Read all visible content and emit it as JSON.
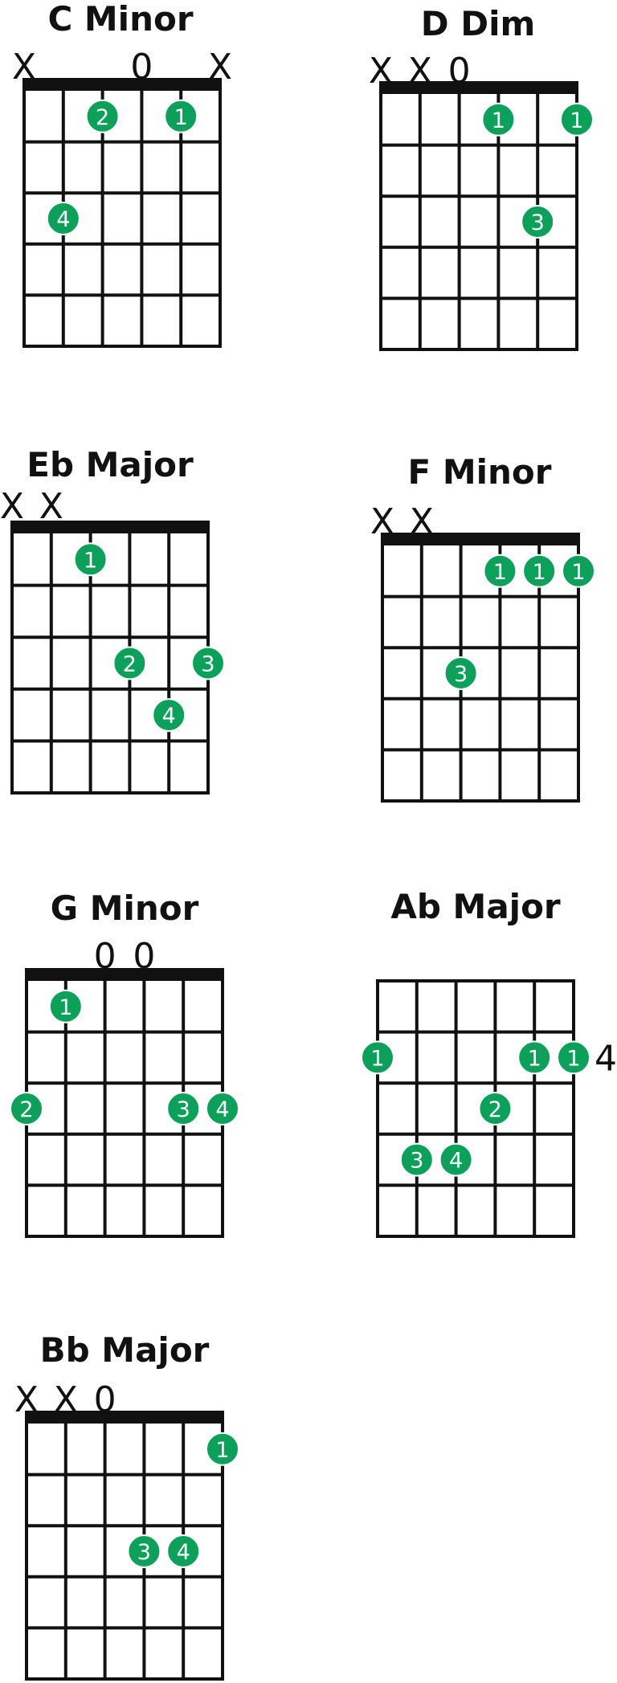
{
  "colors": {
    "dot": "#0da05a",
    "line": "#111111",
    "dot_text": "#ffffff"
  },
  "chords": [
    {
      "name": "C Minor",
      "nut": true,
      "string_marks": [
        "X",
        "",
        "",
        "0",
        "",
        "X"
      ],
      "fingers": [
        {
          "string": 3,
          "fret": 1,
          "label": "2"
        },
        {
          "string": 5,
          "fret": 1,
          "label": "1"
        },
        {
          "string": 2,
          "fret": 3,
          "label": "4"
        }
      ],
      "fret_number": ""
    },
    {
      "name": "D Dim",
      "nut": true,
      "string_marks": [
        "X",
        "X",
        "0",
        "",
        "",
        ""
      ],
      "fingers": [
        {
          "string": 4,
          "fret": 1,
          "label": "1"
        },
        {
          "string": 6,
          "fret": 1,
          "label": "1"
        },
        {
          "string": 5,
          "fret": 3,
          "label": "3"
        }
      ],
      "fret_number": ""
    },
    {
      "name": "Eb Major",
      "nut": true,
      "string_marks": [
        "X",
        "X",
        "",
        "",
        "",
        ""
      ],
      "fingers": [
        {
          "string": 3,
          "fret": 1,
          "label": "1"
        },
        {
          "string": 4,
          "fret": 3,
          "label": "2"
        },
        {
          "string": 6,
          "fret": 3,
          "label": "3"
        },
        {
          "string": 5,
          "fret": 4,
          "label": "4"
        }
      ],
      "fret_number": ""
    },
    {
      "name": "F Minor",
      "nut": true,
      "string_marks": [
        "X",
        "X",
        "",
        "",
        "",
        ""
      ],
      "fingers": [
        {
          "string": 4,
          "fret": 1,
          "label": "1"
        },
        {
          "string": 5,
          "fret": 1,
          "label": "1"
        },
        {
          "string": 6,
          "fret": 1,
          "label": "1"
        },
        {
          "string": 3,
          "fret": 3,
          "label": "3"
        }
      ],
      "fret_number": ""
    },
    {
      "name": "G Minor",
      "nut": true,
      "string_marks": [
        "",
        "",
        "0",
        "0",
        "",
        ""
      ],
      "fingers": [
        {
          "string": 2,
          "fret": 1,
          "label": "1"
        },
        {
          "string": 1,
          "fret": 3,
          "label": "2"
        },
        {
          "string": 5,
          "fret": 3,
          "label": "3"
        },
        {
          "string": 6,
          "fret": 3,
          "label": "4"
        }
      ],
      "fret_number": ""
    },
    {
      "name": "Ab Major",
      "nut": false,
      "string_marks": [
        "",
        "",
        "",
        "",
        "",
        ""
      ],
      "fingers": [
        {
          "string": 1,
          "fret": 2,
          "label": "1"
        },
        {
          "string": 5,
          "fret": 2,
          "label": "1"
        },
        {
          "string": 6,
          "fret": 2,
          "label": "1"
        },
        {
          "string": 4,
          "fret": 3,
          "label": "2"
        },
        {
          "string": 2,
          "fret": 4,
          "label": "3"
        },
        {
          "string": 3,
          "fret": 4,
          "label": "4"
        }
      ],
      "fret_number": "4"
    },
    {
      "name": "Bb Major",
      "nut": true,
      "string_marks": [
        "X",
        "X",
        "0",
        "",
        "",
        ""
      ],
      "fingers": [
        {
          "string": 6,
          "fret": 1,
          "label": "1"
        },
        {
          "string": 4,
          "fret": 3,
          "label": "3"
        },
        {
          "string": 5,
          "fret": 3,
          "label": "4"
        }
      ],
      "fret_number": ""
    }
  ]
}
